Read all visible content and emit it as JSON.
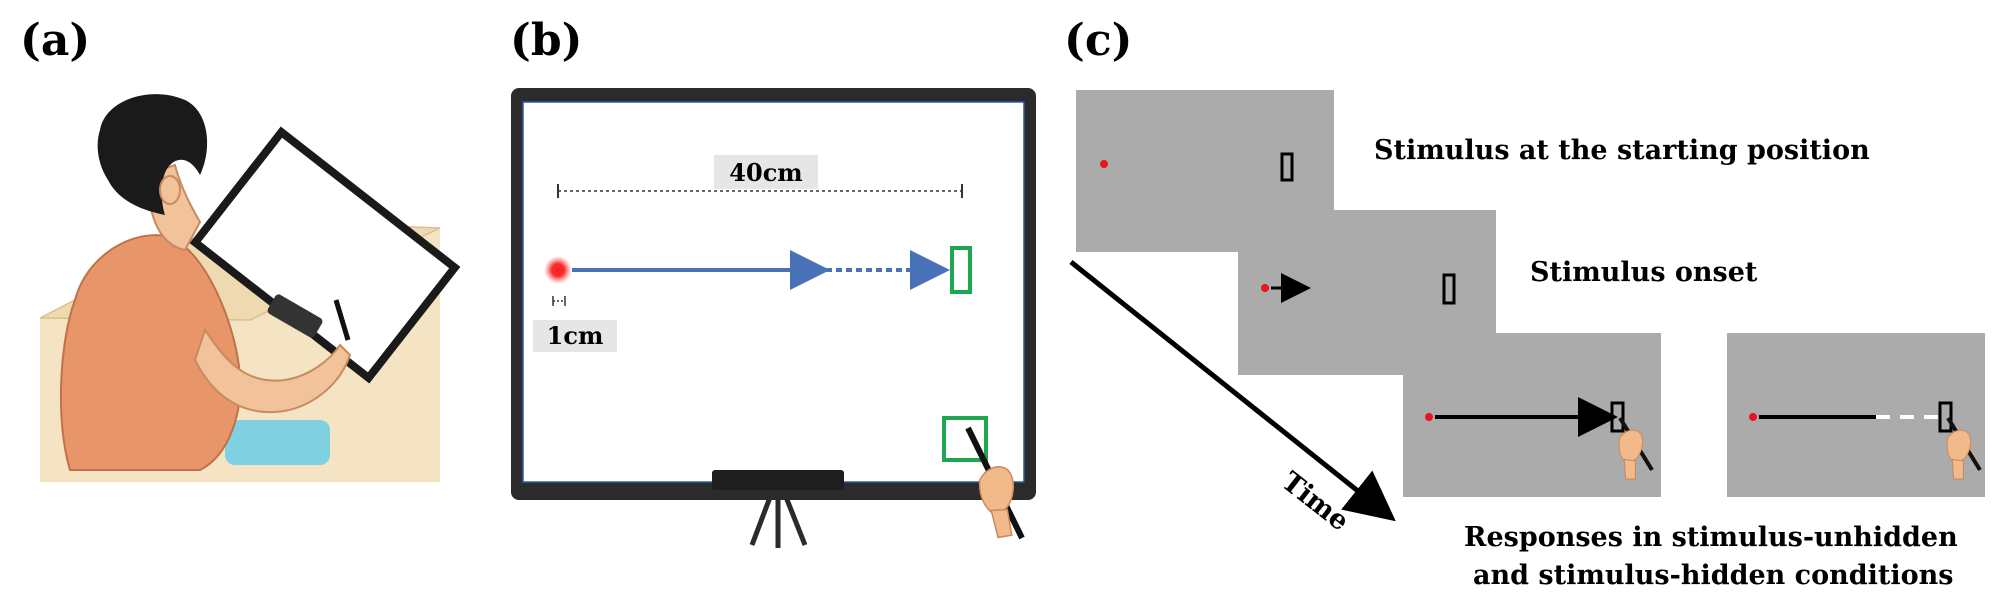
{
  "panels": {
    "a": {
      "label": "(a)"
    },
    "b": {
      "label": "(b)",
      "distance_label": "40cm",
      "size_label": "1cm"
    },
    "c": {
      "label": "(c)",
      "step1_caption": "Stimulus at the starting position",
      "step2_caption": "Stimulus onset",
      "step3_caption_line1": "Responses in stimulus-unhidden",
      "step3_caption_line2": "and stimulus-hidden conditions",
      "time_label": "Time"
    }
  },
  "colors": {
    "gray_screen": "#ababab",
    "stimulus_red": "#e8151b",
    "trajectory_blue": "#4a72b8",
    "target_green": "#1fa650",
    "monitor_frame": "#2b2b2b",
    "shirt_orange": "#e8956a",
    "desk_tan": "#f4e4c4",
    "skin": "#f2c29a",
    "hair": "#1a1a1a"
  }
}
